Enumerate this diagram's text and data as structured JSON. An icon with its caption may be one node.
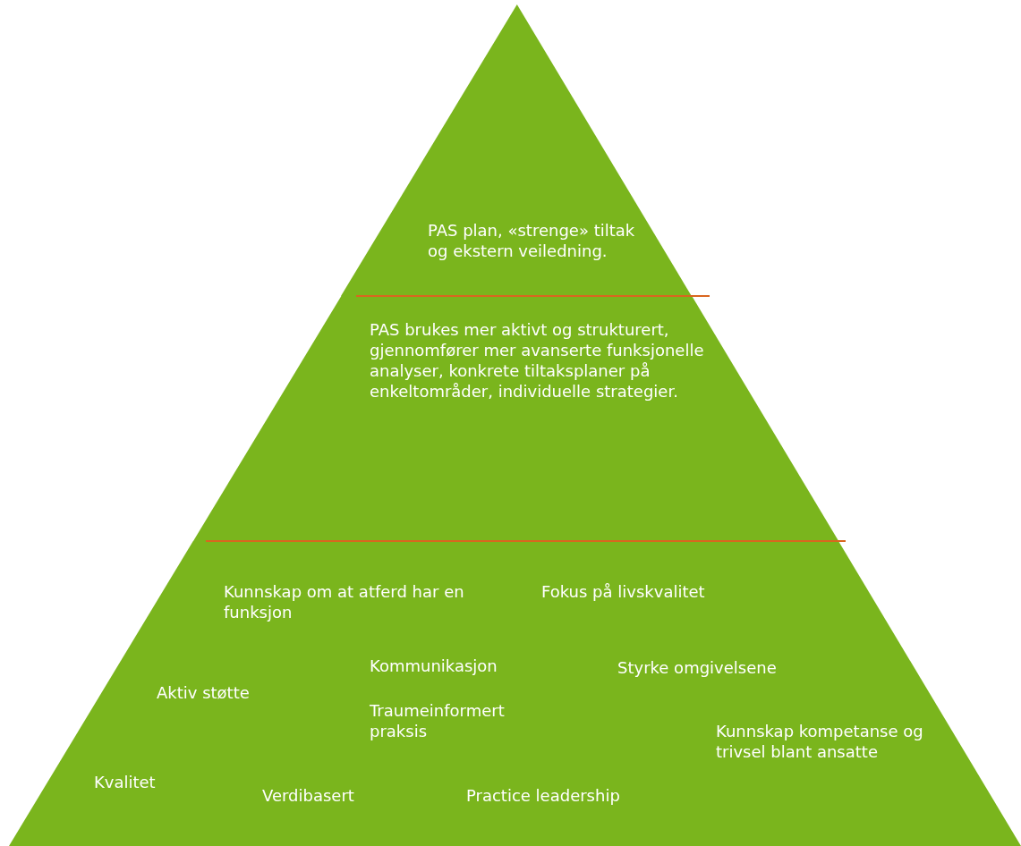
{
  "diagram": {
    "nodes": [
      {
        "text": [
          "PAS plan, «strenge» tiltak og ekstern veiledning."
        ]
      },
      {
        "text": [
          "PAS brukes mer aktivt og strukturert, gjennomfører mer avanserte funksjonelle analyser, konkrete tiltaksplaner på enkeltområder, individuelle strategier."
        ]
      },
      {
        "text": [
          "Kunnskap om at atferd har en funksjon",
          "Fokus på livskvalitet",
          "Kommunikasjon",
          "Styrke omgivelsene",
          "Aktiv støtte",
          "Traumeinformert praksis",
          "Kunnskap kompetanse og trivsel blant ansatte",
          "Kvalitet",
          "Verdibasert",
          "Practice leadership"
        ]
      }
    ]
  }
}
